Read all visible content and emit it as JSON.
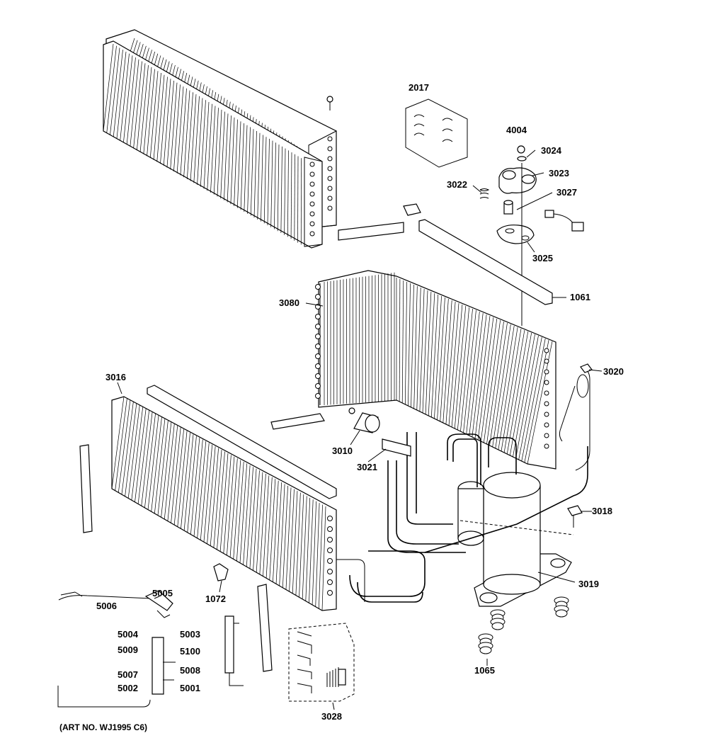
{
  "diagram": {
    "labels": {
      "2017": "2017",
      "4004": "4004",
      "3024": "3024",
      "3023": "3023",
      "3022": "3022",
      "3027": "3027",
      "3025": "3025",
      "1061": "1061",
      "3080": "3080",
      "3020": "3020",
      "3016": "3016",
      "3010": "3010",
      "3021": "3021",
      "3018": "3018",
      "3019": "3019",
      "1072": "1072",
      "5005": "5005",
      "5006": "5006",
      "5004": "5004",
      "5003": "5003",
      "5009": "5009",
      "5100": "5100",
      "5007": "5007",
      "5008": "5008",
      "5002": "5002",
      "5001": "5001",
      "1065": "1065",
      "3028": "3028"
    },
    "caption": "(ART NO. WJ1995 C6)"
  }
}
